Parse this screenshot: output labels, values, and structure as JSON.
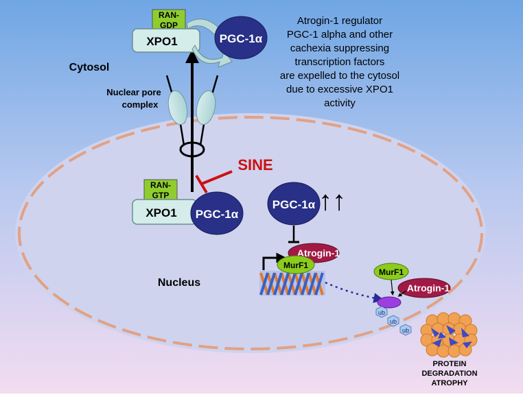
{
  "cytosol": {
    "label": "Cytosol"
  },
  "nucleus": {
    "label": "Nucleus"
  },
  "pore": {
    "label_line1": "Nuclear pore",
    "label_line2": "complex"
  },
  "top_complex": {
    "ran": [
      "RAN-",
      "GDP"
    ],
    "xpo1": "XPO1",
    "pgc": "PGC-1α"
  },
  "nuclear_complex": {
    "ran": [
      "RAN-",
      "GTP"
    ],
    "xpo1": "XPO1",
    "pgc": "PGC-1α"
  },
  "sine": {
    "label": "SINE"
  },
  "pgc_up": {
    "label": "PGC-1α",
    "arrows": "↑↑"
  },
  "gene": {
    "atrogin": "Atrogin-1",
    "murf": "MurF1"
  },
  "cyto_complex": {
    "murf": "MurF1",
    "atrogin": "Atrogin-1"
  },
  "ub": {
    "tags": [
      "ub",
      "ub",
      "ub"
    ]
  },
  "description": {
    "lines": [
      "Atrogin-1 regulator",
      "PGC-1 alpha and other",
      "cachexia suppressing",
      "transcription factors",
      "are expelled to the cytosol",
      "due to excessive XPO1",
      "activity"
    ]
  },
  "outcome": {
    "lines": [
      "PROTEIN",
      "DEGRADATION",
      "ATROPHY"
    ]
  },
  "colors": {
    "bg_top": "#6fa6e4",
    "bg_bottom": "#f3dcf0",
    "nucleus_fill": "#cfd3ee",
    "nucleus_dash": "#e2a184",
    "pgc_fill": "#283087",
    "xpo1_fill": "#d4ecea",
    "ran_fill": "#8fcd2e",
    "sine_red": "#cc1111",
    "atrogin_fill": "#a11a45",
    "murf_fill": "#8ccd1c",
    "ub_fill": "#a9c8f4",
    "proteasome": "#f1a154"
  }
}
